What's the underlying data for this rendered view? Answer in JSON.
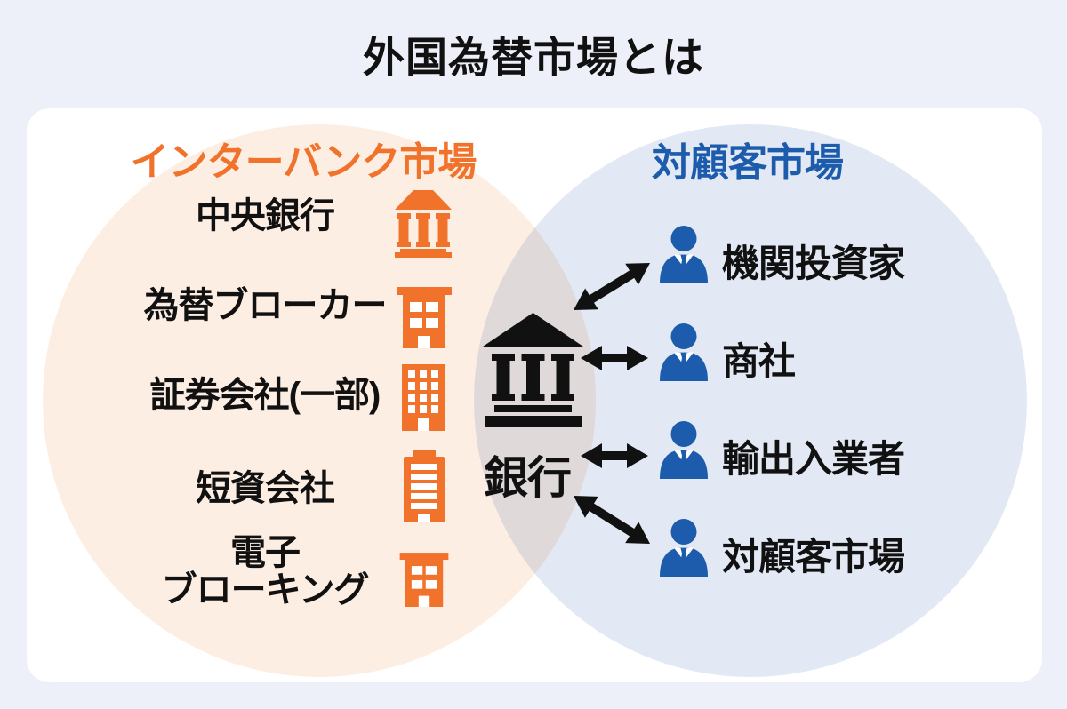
{
  "title": "外国為替市場とは",
  "colors": {
    "page-bg": "#edf0f8",
    "card-bg": "#ffffff",
    "peach": "#fdeee3",
    "lightblue": "#e2e9f4",
    "orange": "#f1722b",
    "blue": "#1d5cac",
    "ink": "#111111"
  },
  "left_market": {
    "title": "インターバンク市場",
    "items": [
      {
        "label": "中央銀行",
        "icon": "bank-icon"
      },
      {
        "label": "為替ブローカー",
        "icon": "office-building-icon"
      },
      {
        "label": "証券会社(一部)",
        "icon": "tall-building-icon"
      },
      {
        "label": "短資会社",
        "icon": "slat-building-icon"
      },
      {
        "label": "電子\nブローキング",
        "icon": "office-building-icon"
      }
    ]
  },
  "center": {
    "label": "銀行",
    "icon": "bank-icon-black"
  },
  "right_market": {
    "title": "対顧客市場",
    "items": [
      {
        "label": "機関投資家",
        "icon": "businessperson-icon"
      },
      {
        "label": "商社",
        "icon": "businessperson-icon"
      },
      {
        "label": "輸出入業者",
        "icon": "businessperson-icon"
      },
      {
        "label": "対顧客市場",
        "icon": "businessperson-icon"
      }
    ]
  },
  "connections": [
    {
      "from": "銀行",
      "to": "機関投資家",
      "style": "double-headed-arrow"
    },
    {
      "from": "銀行",
      "to": "商社",
      "style": "double-headed-arrow"
    },
    {
      "from": "銀行",
      "to": "輸出入業者",
      "style": "double-headed-arrow"
    },
    {
      "from": "銀行",
      "to": "対顧客市場",
      "style": "double-headed-arrow"
    }
  ]
}
